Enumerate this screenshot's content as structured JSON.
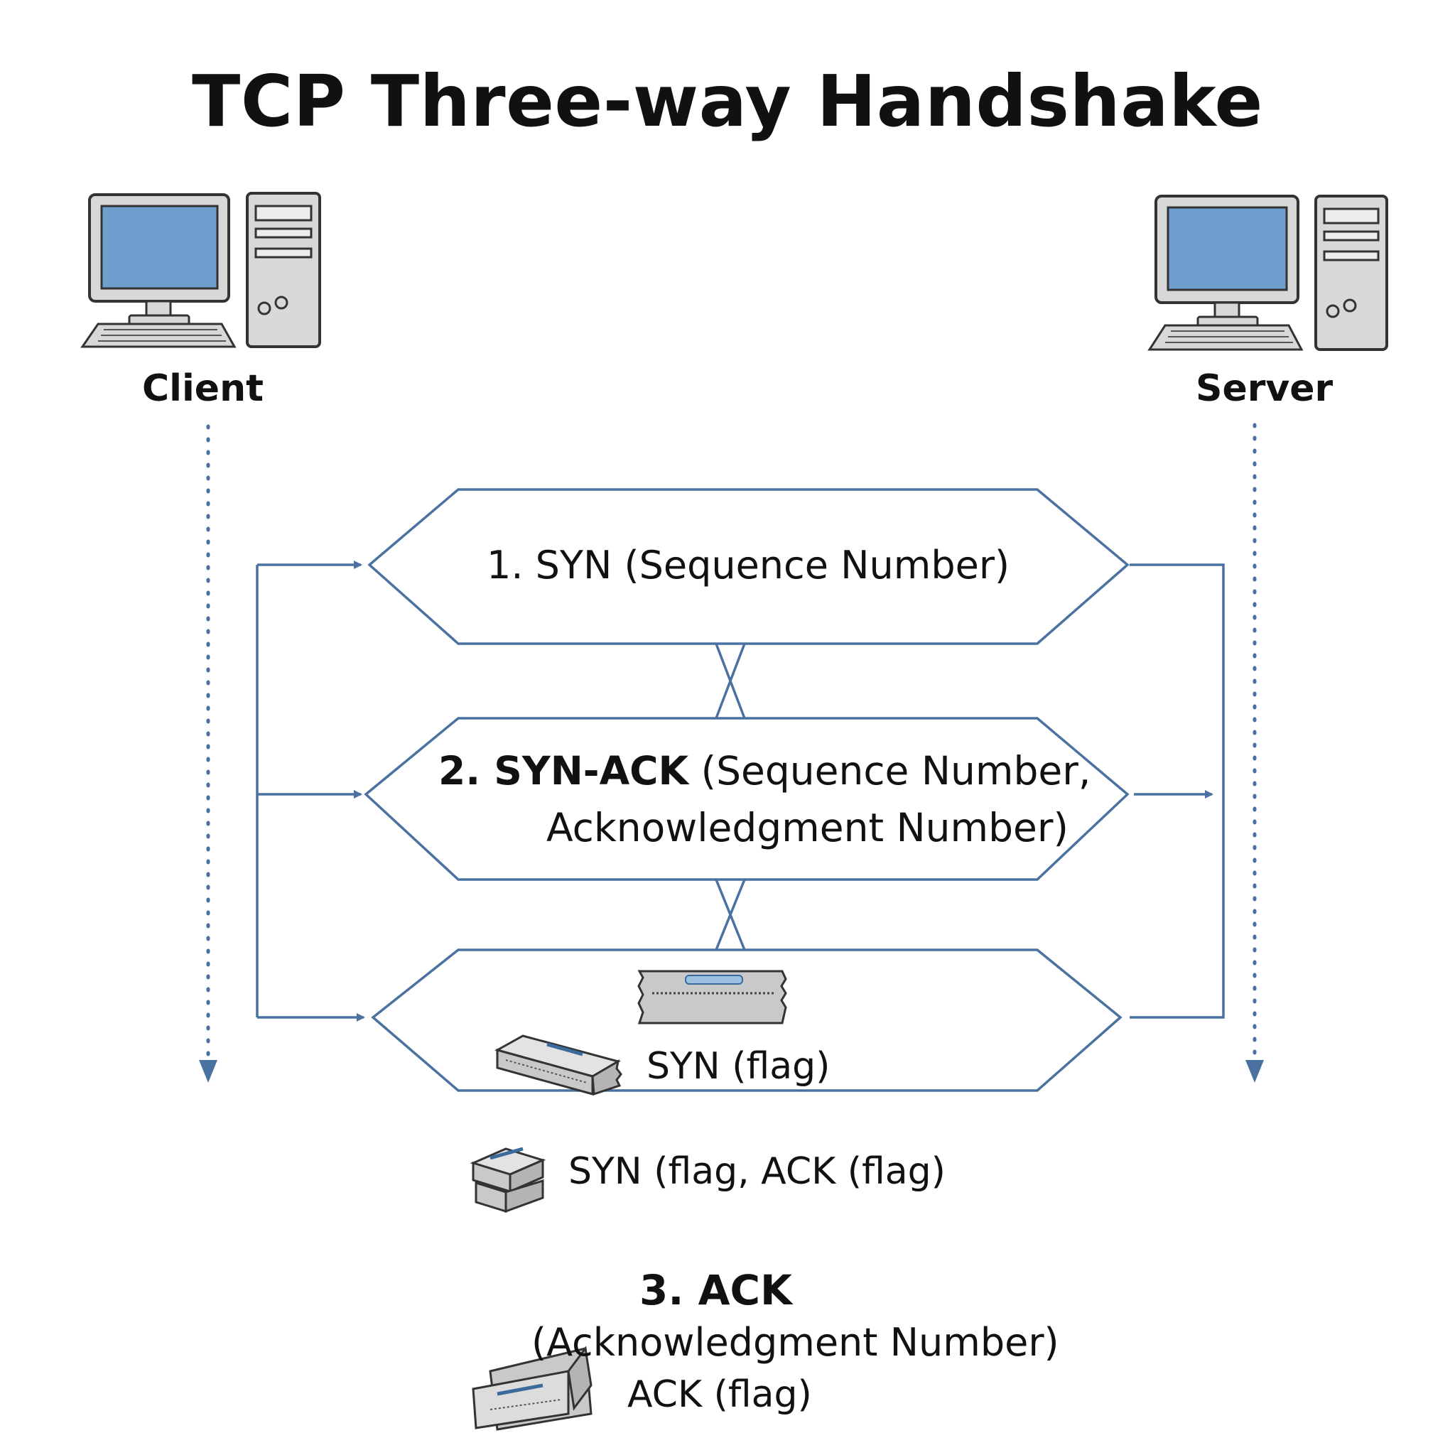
{
  "title": "TCP Three-way Handshake",
  "hosts": {
    "client": {
      "label": "Client",
      "icon": "desktop-computer-icon"
    },
    "server": {
      "label": "Server",
      "icon": "desktop-computer-icon"
    }
  },
  "steps": [
    {
      "text": "1. SYN (Sequence Number)"
    },
    {
      "bold": "2. SYN-ACK",
      "rest": " (Sequence Number,",
      "line2": "Acknowledgment Number)"
    },
    {
      "title": "3. ACK",
      "subtitle": "(Acknowledgment Number)"
    }
  ],
  "flags": {
    "syn": "SYN (flag)",
    "syn_ack": "SYN (flag, ACK (flag)",
    "ack": "ACK (flag)"
  },
  "colors": {
    "line": "#4a72a0",
    "screen": "#6f9fcf",
    "device": "#d8d8d8",
    "packet": "#c9c9c9"
  }
}
